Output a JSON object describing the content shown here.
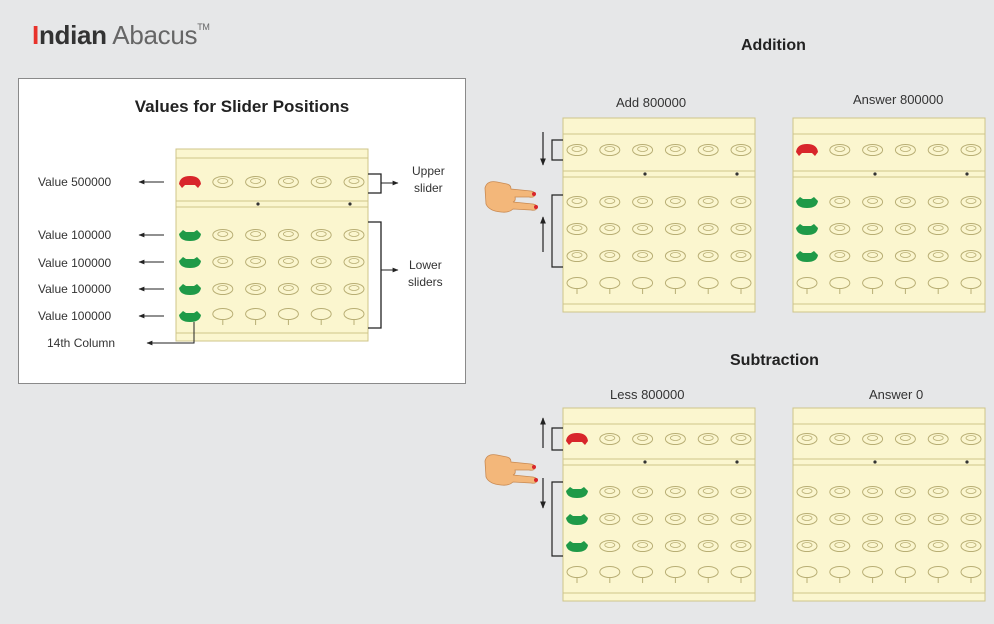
{
  "brand": {
    "first_letter": "I",
    "rest": "ndian",
    "word2": "Abacus",
    "tm": "TM"
  },
  "legend": {
    "title": "Values for Slider Positions",
    "value_labels": [
      "Value 500000",
      "Value 100000",
      "Value 100000",
      "Value 100000",
      "Value 100000"
    ],
    "column_label": "14th Column",
    "upper_slider_label": [
      "Upper",
      "slider"
    ],
    "lower_sliders_label": [
      "Lower",
      "sliders"
    ]
  },
  "addition": {
    "title": "Addition",
    "step_label": "Add 800000",
    "answer_label": "Answer 800000"
  },
  "subtraction": {
    "title": "Subtraction",
    "step_label": "Less 800000",
    "answer_label": "Answer 0"
  },
  "colors": {
    "background": "#e6e7e8",
    "frame": "#fbf6cf",
    "frame_border": "#cfc58a",
    "bead_outline": "#b8ae74",
    "active_upper_bead": "#d8262b",
    "active_lower_bead": "#1f9a48",
    "brand_accent": "#e8322b",
    "hand": "#f3b77a"
  },
  "icons": {
    "hand": "pointing-hand-icon",
    "arrow": "arrow-icon"
  }
}
